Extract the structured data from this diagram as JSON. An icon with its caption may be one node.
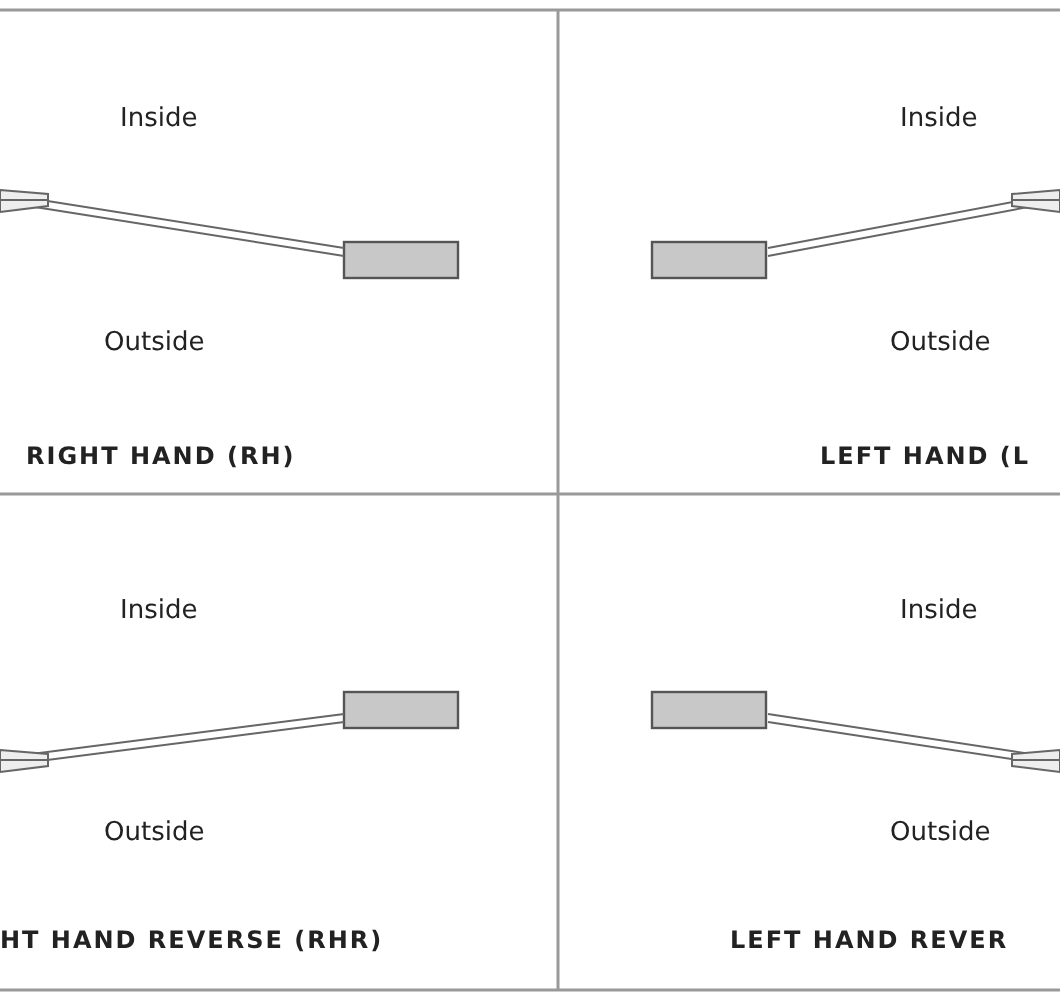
{
  "diagram": {
    "labels": [
      "Inside",
      "Outside",
      "RIGHT HAND (RH)",
      "Inside",
      "Outside",
      "LEFT HAND (L",
      "Inside",
      "Outside",
      "HT HAND REVERSE (RHR)",
      "Inside",
      "Outside",
      "LEFT HAND REVER"
    ]
  }
}
